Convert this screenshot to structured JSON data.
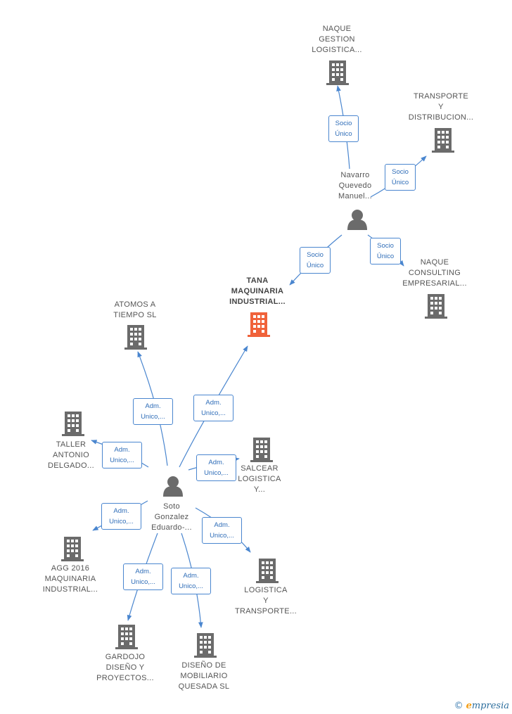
{
  "colors": {
    "edge": "#4a86cf",
    "building": "#6b6b6b",
    "building_highlight": "#f0623a",
    "person": "#6b6b6b"
  },
  "nodes": {
    "naque_gestion": {
      "label": "NAQUE\nGESTION\nLOGISTICA...",
      "icon": "building-icon"
    },
    "transporte_distribucion": {
      "label": "TRANSPORTE\nY\nDISTRIBUCION...",
      "icon": "building-icon"
    },
    "navarro": {
      "label": "Navarro\nQuevedo\nManuel...",
      "icon": "person-icon"
    },
    "naque_consulting": {
      "label": "NAQUE\nCONSULTING\nEMPRESARIAL...",
      "icon": "building-icon"
    },
    "tana": {
      "label": "TANA\nMAQUINARIA\nINDUSTRIAL...",
      "icon": "building-icon"
    },
    "atomos": {
      "label": "ATOMOS A\nTIEMPO SL",
      "icon": "building-icon"
    },
    "taller": {
      "label": "TALLER\nANTONIO\nDELGADO...",
      "icon": "building-icon"
    },
    "salcear": {
      "label": "SALCEAR\nLOGISTICA\nY...",
      "icon": "building-icon"
    },
    "soto": {
      "label": "Soto\nGonzalez\nEduardo-...",
      "icon": "person-icon"
    },
    "agg": {
      "label": "AGG 2016\nMAQUINARIA\nINDUSTRIAL...",
      "icon": "building-icon"
    },
    "logistica_transporte": {
      "label": "LOGISTICA\nY\nTRANSPORTE...",
      "icon": "building-icon"
    },
    "gardojo": {
      "label": "GARDOJO\nDISEÑO Y\nPROYECTOS...",
      "icon": "building-icon"
    },
    "diseno_mobiliario": {
      "label": "DISEÑO DE\nMOBILIARIO\nQUESADA  SL",
      "icon": "building-icon"
    }
  },
  "edges": {
    "e1": "Socio\nÚnico",
    "e2": "Socio\nÚnico",
    "e3": "Socio\nÚnico",
    "e4": "Socio\nÚnico",
    "e5": "Adm.\nUnico,...",
    "e6": "Adm.\nUnico,...",
    "e7": "Adm.\nUnico,...",
    "e8": "Adm.\nUnico,...",
    "e9": "Adm.\nUnico,...",
    "e10": "Adm.\nUnico,...",
    "e11": "Adm.\nUnico,...",
    "e12": "Adm.\nUnico,..."
  },
  "brand": {
    "copyright": "©",
    "initial": "e",
    "name": "mpresia"
  }
}
